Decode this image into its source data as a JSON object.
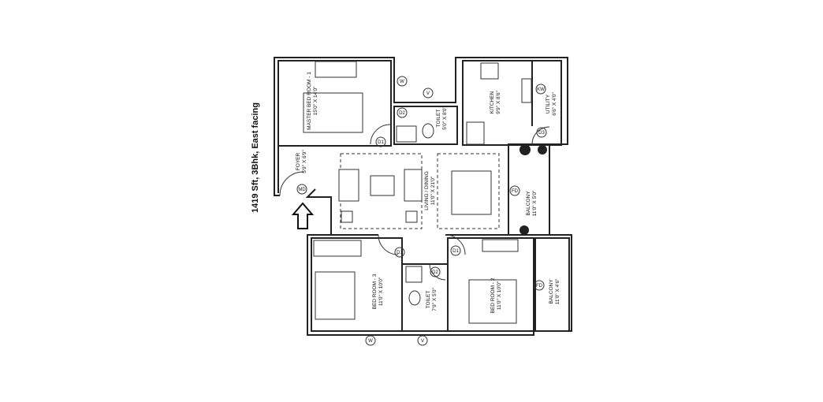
{
  "title": "1419 Sft, 3Bhk, East facing",
  "rooms": {
    "master_bedroom": {
      "name": "MASTER BED ROOM - 1",
      "size": "15'0\" X 14'0\""
    },
    "toilet_1": {
      "name": "TOILET",
      "size": "5'0\" X 8'0\""
    },
    "kitchen": {
      "name": "KITCHEN",
      "size": "9'9\" X 8'6\""
    },
    "utility": {
      "name": "UTILITY",
      "size": "6'6\" X 4'0\""
    },
    "foyer": {
      "name": "FOYER",
      "size": "5'9\" X 6'9\""
    },
    "living_dining": {
      "name": "LIVING / DINING",
      "size": "11'0\" X 21'0\""
    },
    "balcony_1": {
      "name": "BALCONY",
      "size": "11'0\" X 5'0\""
    },
    "bedroom_3": {
      "name": "BED ROOM - 3",
      "size": "11'0\" X 10'0\""
    },
    "toilet_2": {
      "name": "TOILET",
      "size": "7'9\" X 5'0\""
    },
    "bedroom_2": {
      "name": "BED ROOM - 2",
      "size": "11'0\" X 10'0\""
    },
    "balcony_2": {
      "name": "BALCONY",
      "size": "11'0\" X 4'6\""
    }
  },
  "tags": {
    "md": "MD",
    "d1": "D1",
    "d2": "D2",
    "d3": "D3",
    "fd": "FD",
    "w": "W",
    "v": "V",
    "kw": "KW"
  }
}
